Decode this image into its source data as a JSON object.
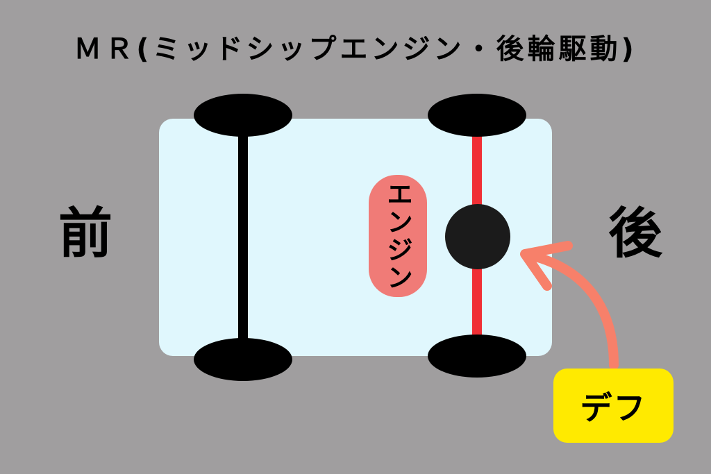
{
  "title": "ＭＲ(ミッドシップエンジン・後輪駆動)",
  "labels": {
    "front": "前",
    "rear": "後",
    "engine": "エンジン",
    "differential": "デフ"
  },
  "colors": {
    "background": "#a09e9f",
    "car_body": "#e0f7fd",
    "wheel": "#000000",
    "front_axle": "#000000",
    "rear_axle": "#f02f35",
    "engine": "#f07b77",
    "differential_box": "#ffea00",
    "arrow": "#f7806a",
    "differential_unit": "#1b1b1b"
  }
}
